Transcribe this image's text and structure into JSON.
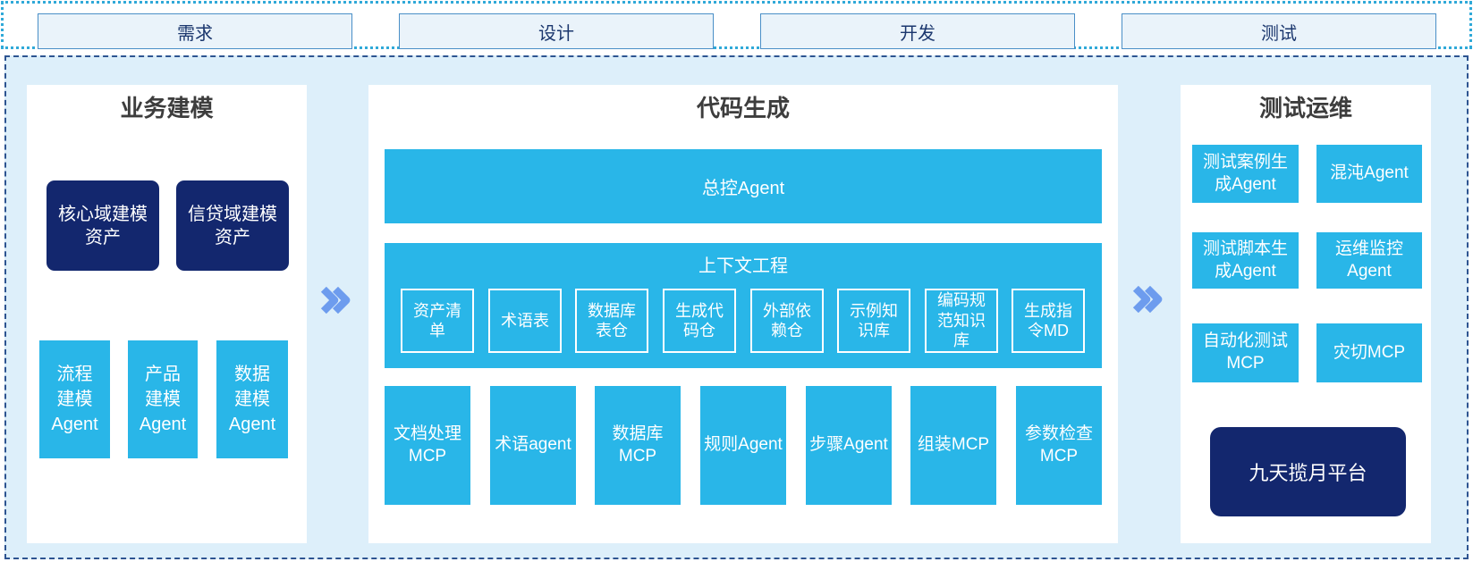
{
  "stages": {
    "items": [
      {
        "label": "需求"
      },
      {
        "label": "设计"
      },
      {
        "label": "开发"
      },
      {
        "label": "测试"
      }
    ]
  },
  "business": {
    "title": "业务建模",
    "assets": [
      {
        "label": "核心域建模\n资产"
      },
      {
        "label": "信贷域建模\n资产"
      }
    ],
    "agents": [
      {
        "label": "流程\n建模\nAgent"
      },
      {
        "label": "产品\n建模\nAgent"
      },
      {
        "label": "数据\n建模\nAgent"
      }
    ]
  },
  "codegen": {
    "title": "代码生成",
    "master_agent": "总控Agent",
    "context": {
      "title": "上下文工程",
      "items": [
        {
          "label": "资产清\n单"
        },
        {
          "label": "术语表"
        },
        {
          "label": "数据库\n表仓"
        },
        {
          "label": "生成代\n码仓"
        },
        {
          "label": "外部依\n赖仓"
        },
        {
          "label": "示例知\n识库"
        },
        {
          "label": "编码规\n范知识\n库"
        },
        {
          "label": "生成指\n令MD"
        }
      ]
    },
    "tools": [
      {
        "label": "文档处理\nMCP"
      },
      {
        "label": "术语agent"
      },
      {
        "label": "数据库\nMCP"
      },
      {
        "label": "规则Agent"
      },
      {
        "label": "步骤Agent"
      },
      {
        "label": "组装MCP"
      },
      {
        "label": "参数检查\nMCP"
      }
    ]
  },
  "testops": {
    "title": "测试运维",
    "agents": [
      {
        "label": "测试案例生\n成Agent"
      },
      {
        "label": "混沌Agent"
      },
      {
        "label": "测试脚本生\n成Agent"
      },
      {
        "label": "运维监控\nAgent"
      },
      {
        "label": "自动化测试\nMCP"
      },
      {
        "label": "灾切MCP"
      }
    ],
    "platform": "九天揽月平台"
  },
  "colors": {
    "cyan_box": "#29b6e8",
    "navy_box": "#13276e",
    "arrow_blue": "#6d9cee",
    "container_bg": "#ddeffa",
    "container_dashed_border": "#2d5491",
    "strip_dotted_border": "#2fa9d8",
    "stage_bg": "#eaf3fa",
    "stage_border": "#4a8fc7",
    "stage_text": "#1b376e",
    "section_title_text": "#3d3d3d"
  }
}
